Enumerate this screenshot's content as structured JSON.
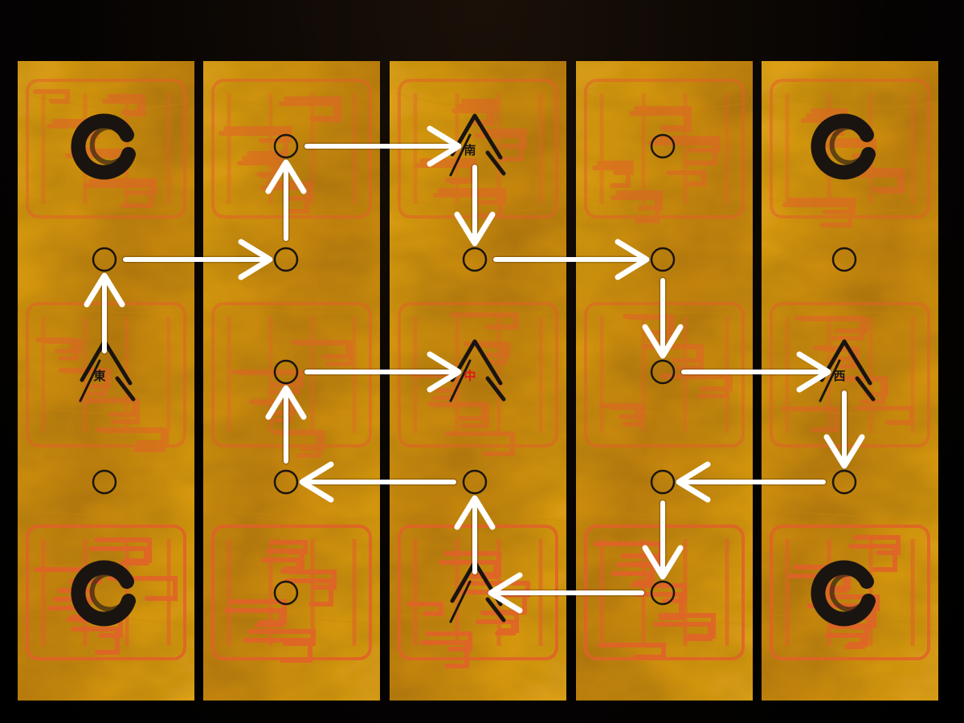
{
  "puzzle": {
    "columns": 5,
    "rows": 5,
    "colors": {
      "paper": "#e8a916",
      "paper_dark": "#c8870c",
      "seal_red": "#e2612a",
      "ink": "#1a1410",
      "arrow": "#ffffff",
      "background": "#000000",
      "red_mark": "#e3141b"
    },
    "nodes": [
      {
        "col": 0,
        "row": 0,
        "kind": "ink-ring"
      },
      {
        "col": 0,
        "row": 1,
        "kind": "hole"
      },
      {
        "col": 0,
        "row": 2,
        "kind": "mountain",
        "label": "東"
      },
      {
        "col": 0,
        "row": 3,
        "kind": "hole"
      },
      {
        "col": 0,
        "row": 4,
        "kind": "ink-ring"
      },
      {
        "col": 1,
        "row": 0,
        "kind": "hole"
      },
      {
        "col": 1,
        "row": 1,
        "kind": "hole"
      },
      {
        "col": 1,
        "row": 2,
        "kind": "hole"
      },
      {
        "col": 1,
        "row": 3,
        "kind": "hole"
      },
      {
        "col": 1,
        "row": 4,
        "kind": "hole"
      },
      {
        "col": 2,
        "row": 0,
        "kind": "mountain",
        "label": "南"
      },
      {
        "col": 2,
        "row": 1,
        "kind": "hole"
      },
      {
        "col": 2,
        "row": 2,
        "kind": "mountain",
        "label": "中",
        "highlight": true
      },
      {
        "col": 2,
        "row": 3,
        "kind": "hole"
      },
      {
        "col": 2,
        "row": 4,
        "kind": "mountain",
        "label": ""
      },
      {
        "col": 3,
        "row": 0,
        "kind": "hole"
      },
      {
        "col": 3,
        "row": 1,
        "kind": "hole"
      },
      {
        "col": 3,
        "row": 2,
        "kind": "hole"
      },
      {
        "col": 3,
        "row": 3,
        "kind": "hole"
      },
      {
        "col": 3,
        "row": 4,
        "kind": "hole"
      },
      {
        "col": 4,
        "row": 0,
        "kind": "ink-ring"
      },
      {
        "col": 4,
        "row": 1,
        "kind": "hole"
      },
      {
        "col": 4,
        "row": 2,
        "kind": "mountain",
        "label": "西"
      },
      {
        "col": 4,
        "row": 3,
        "kind": "hole"
      },
      {
        "col": 4,
        "row": 4,
        "kind": "ink-ring"
      }
    ],
    "path": [
      [
        0,
        2
      ],
      [
        0,
        1
      ],
      [
        1,
        1
      ],
      [
        1,
        0
      ],
      [
        2,
        0
      ],
      [
        2,
        1
      ],
      [
        3,
        1
      ],
      [
        3,
        2
      ],
      [
        4,
        2
      ],
      [
        4,
        3
      ],
      [
        3,
        3
      ],
      [
        3,
        4
      ],
      [
        2,
        4
      ],
      [
        2,
        3
      ],
      [
        1,
        3
      ],
      [
        1,
        2
      ],
      [
        2,
        2
      ]
    ]
  }
}
